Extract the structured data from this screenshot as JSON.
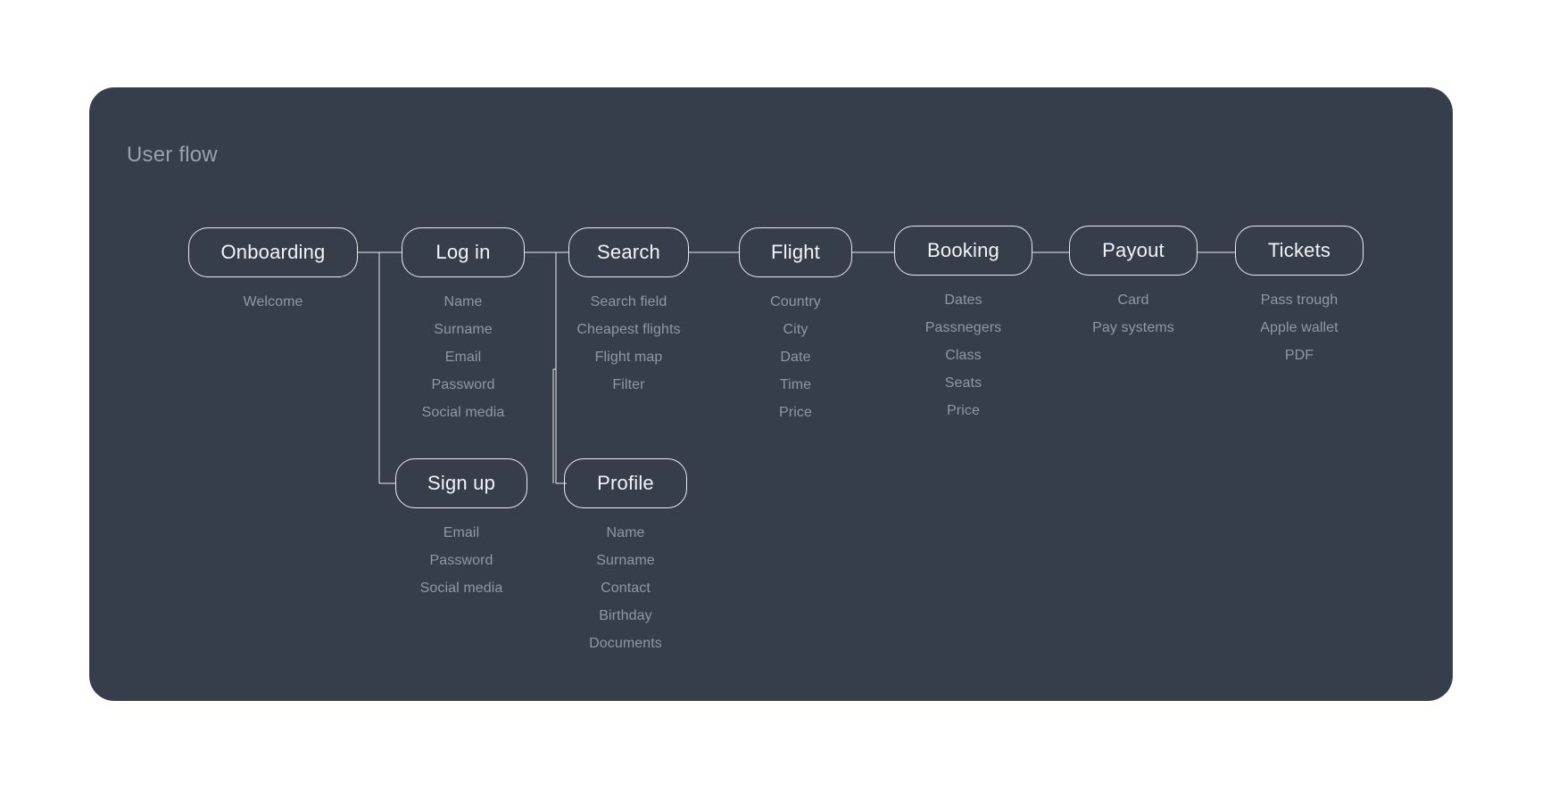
{
  "panel": {
    "title": "User flow",
    "background_color": "#363d4b",
    "page_background_color": "#ffffff",
    "node_border_color": "#e9ecf1",
    "node_label_color": "#f2f4f8",
    "sub_item_color": "#8f98a6",
    "title_color": "#9aa1ae"
  },
  "flow": {
    "nodes": [
      {
        "id": "onboarding",
        "label": "Onboarding",
        "items": [
          "Welcome"
        ]
      },
      {
        "id": "login",
        "label": "Log in",
        "items": [
          "Name",
          "Surname",
          "Email",
          "Password",
          "Social media"
        ]
      },
      {
        "id": "search",
        "label": "Search",
        "items": [
          "Search field",
          "Cheapest flights",
          "Flight map",
          "Filter"
        ]
      },
      {
        "id": "flight",
        "label": "Flight",
        "items": [
          "Country",
          "City",
          "Date",
          "Time",
          "Price"
        ]
      },
      {
        "id": "booking",
        "label": "Booking",
        "items": [
          "Dates",
          "Passnegers",
          "Class",
          "Seats",
          "Price"
        ]
      },
      {
        "id": "payout",
        "label": "Payout",
        "items": [
          "Card",
          "Pay systems"
        ]
      },
      {
        "id": "tickets",
        "label": "Tickets",
        "items": [
          "Pass trough",
          "Apple wallet",
          "PDF"
        ]
      },
      {
        "id": "signup",
        "label": "Sign up",
        "items": [
          "Email",
          "Password",
          "Social media"
        ]
      },
      {
        "id": "profile",
        "label": "Profile",
        "items": [
          "Name",
          "Surname",
          "Contact",
          "Birthday",
          "Documents"
        ]
      }
    ]
  }
}
